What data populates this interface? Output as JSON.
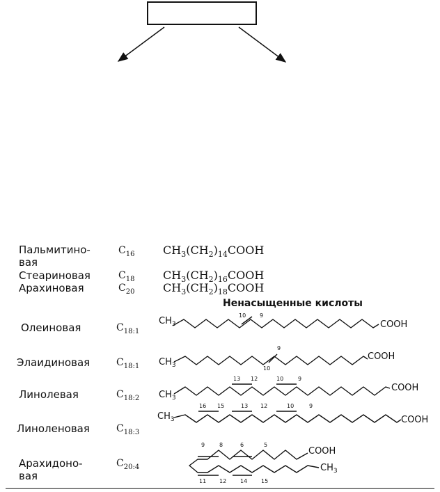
{
  "saturated": [
    {
      "name_line1": "Пальмитино-",
      "name_line2": "вая",
      "code": "C16",
      "formula": "CH3(CH2)14COOH"
    },
    {
      "name_line1": "Стеариновая",
      "code": "C18",
      "formula": "CH3(CH2)16COOH"
    },
    {
      "name_line1": "Арахиновая",
      "code": "C20",
      "formula": "CH3(CH2)18COOH"
    }
  ],
  "unsaturated_heading": "Ненасыщенные кислоты",
  "unsaturated": [
    {
      "name": "Олеиновая",
      "code": "C18:1",
      "ch3": "CH3",
      "cooh": "COOH",
      "numbers": [
        "10",
        "9"
      ]
    },
    {
      "name": "Элаидиновая",
      "code": "C18:1",
      "ch3": "CH3",
      "cooh": "COOH",
      "numbers": [
        "9",
        "10"
      ]
    },
    {
      "name": "Линолевая",
      "code": "C18:2",
      "ch3": "CH3",
      "cooh": "COOH",
      "numbers": [
        "13",
        "12",
        "10",
        "9"
      ]
    },
    {
      "name": "Линоленовая",
      "code": "C18:3",
      "ch3": "CH3",
      "cooh": "COOH",
      "numbers": [
        "16",
        "15",
        "13",
        "12",
        "10",
        "9"
      ]
    },
    {
      "name_line1": "Арахидоно-",
      "name_line2": "вая",
      "code": "C20:4",
      "ch3": "CH3",
      "cooh": "COOH",
      "numbers": [
        "9",
        "8",
        "6",
        "5",
        "11",
        "12",
        "14",
        "15"
      ]
    }
  ]
}
